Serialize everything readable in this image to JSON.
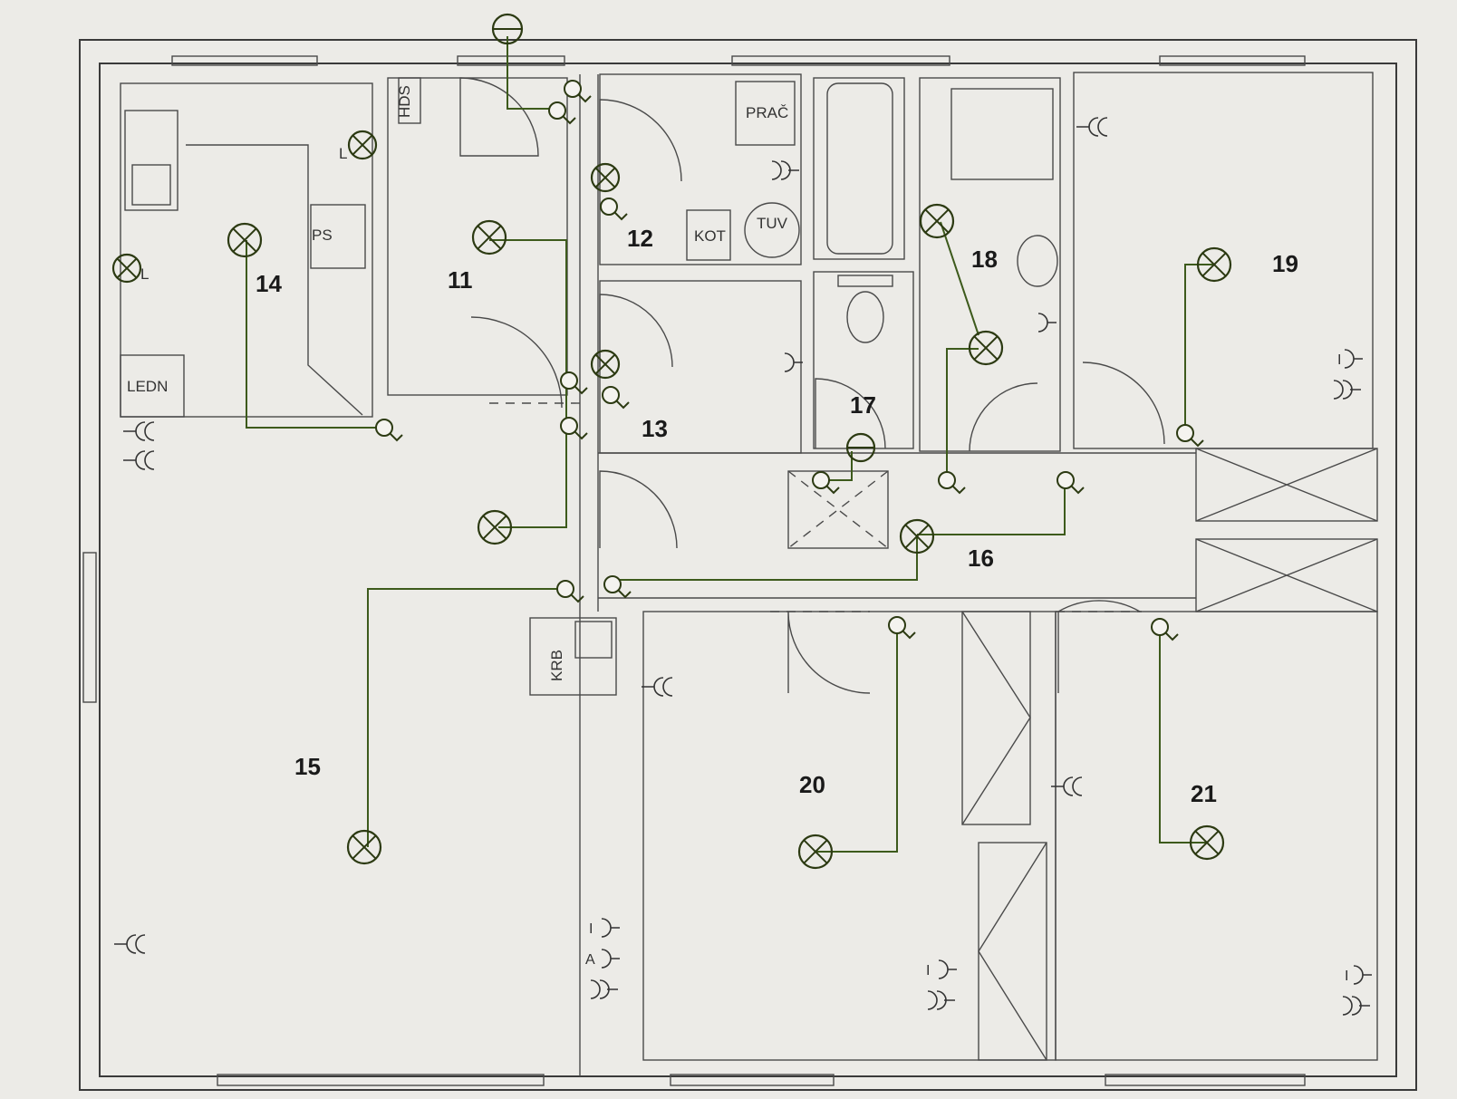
{
  "rooms": [
    {
      "num": "11"
    },
    {
      "num": "12"
    },
    {
      "num": "13"
    },
    {
      "num": "14"
    },
    {
      "num": "15"
    },
    {
      "num": "16"
    },
    {
      "num": "17"
    },
    {
      "num": "18"
    },
    {
      "num": "19"
    },
    {
      "num": "20"
    },
    {
      "num": "21"
    }
  ],
  "fixtures": {
    "hds": "HDS",
    "prac": "PRAČ",
    "kot": "KOT",
    "tuv": "TUV",
    "ps": "PS",
    "ledn": "LEDN",
    "krb": "KRB"
  },
  "marks": {
    "l": "L",
    "i": "I",
    "a": "A"
  },
  "colors": {
    "wire": "#3d5a1c",
    "walls": "#3a3a3a",
    "paper": "#ecebe7"
  },
  "symbols": [
    "lamp-icon",
    "switch-icon",
    "socket-icon",
    "double-socket-icon",
    "tv-socket-icon"
  ]
}
